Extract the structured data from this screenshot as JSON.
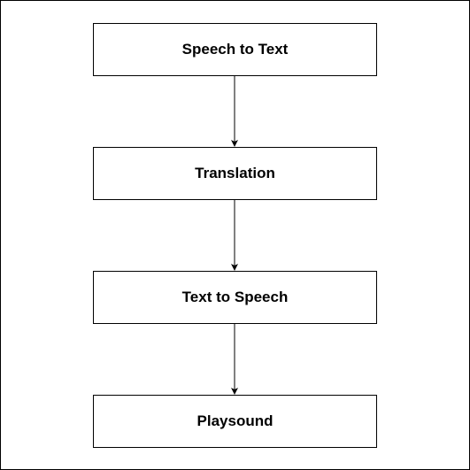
{
  "diagram": {
    "nodes": [
      {
        "id": "speech-to-text",
        "label": "Speech to Text"
      },
      {
        "id": "translation",
        "label": "Translation"
      },
      {
        "id": "text-to-speech",
        "label": "Text to Speech"
      },
      {
        "id": "playsound",
        "label": "Playsound"
      }
    ],
    "edges": [
      {
        "from": "speech-to-text",
        "to": "translation"
      },
      {
        "from": "translation",
        "to": "text-to-speech"
      },
      {
        "from": "text-to-speech",
        "to": "playsound"
      }
    ],
    "colors": {
      "border": "#000000",
      "background": "#ffffff",
      "text": "#000000"
    }
  }
}
